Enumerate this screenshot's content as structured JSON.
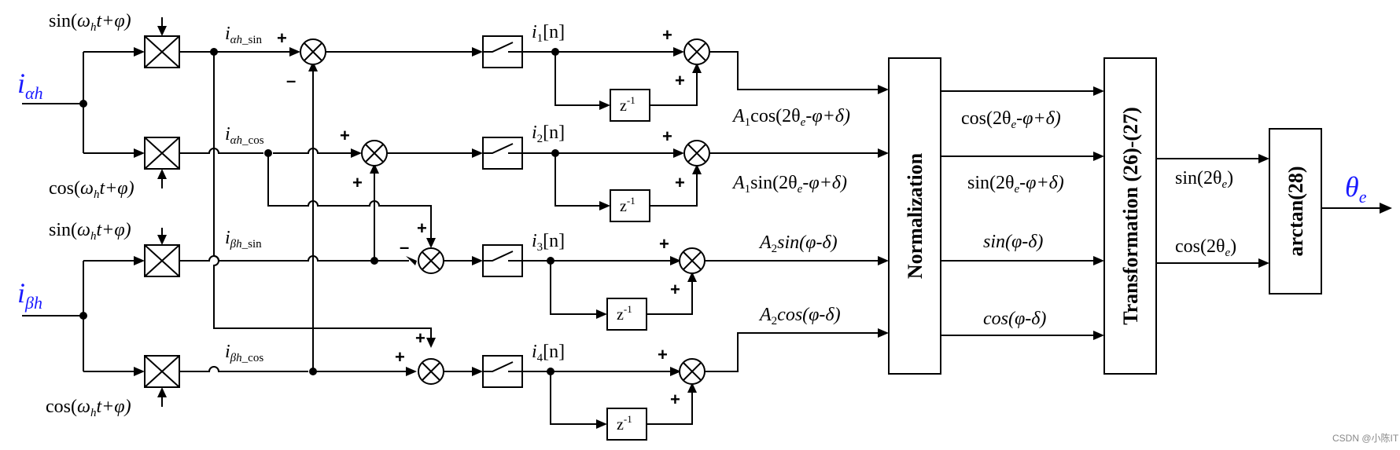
{
  "inputs": {
    "i_alpha": {
      "base": "i",
      "sub": "αh"
    },
    "i_beta": {
      "base": "i",
      "sub": "βh"
    }
  },
  "carriers": {
    "sin_top": {
      "pre": "sin(",
      "w": "ω",
      "wsub": "h",
      "post": "t+φ)"
    },
    "cos_top": {
      "pre": "cos(",
      "w": "ω",
      "wsub": "h",
      "post": "t+φ)"
    },
    "sin_bot": {
      "pre": "sin(",
      "w": "ω",
      "wsub": "h",
      "post": "t+φ)"
    },
    "cos_bot": {
      "pre": "cos(",
      "w": "ω",
      "wsub": "h",
      "post": "t+φ)"
    }
  },
  "branch_labels": {
    "a_sin": {
      "base": "i",
      "sub": "αh",
      "tail": "_sin"
    },
    "a_cos": {
      "base": "i",
      "sub": "αh",
      "tail": "_cos"
    },
    "b_sin": {
      "base": "i",
      "sub": "βh",
      "tail": "_sin"
    },
    "b_cos": {
      "base": "i",
      "sub": "βh",
      "tail": "_cos"
    }
  },
  "samples": {
    "i1": {
      "base": "i",
      "sub": "1",
      "idx": "[n]"
    },
    "i2": {
      "base": "i",
      "sub": "2",
      "idx": "[n]"
    },
    "i3": {
      "base": "i",
      "sub": "3",
      "idx": "[n]"
    },
    "i4": {
      "base": "i",
      "sub": "4",
      "idx": "[n]"
    }
  },
  "delay": {
    "z": "z",
    "exp": "-1"
  },
  "mid_signals": {
    "s1": {
      "a": "A",
      "asub": "1",
      "pre": "cos(2θ",
      "esub": "e",
      "post": "-φ+δ)"
    },
    "s2": {
      "a": "A",
      "asub": "1",
      "pre": "sin(2θ",
      "esub": "e",
      "post": "-φ+δ)"
    },
    "s3": {
      "a": "A",
      "asub": "2",
      "text": "sin(φ-δ)"
    },
    "s4": {
      "a": "A",
      "asub": "2",
      "text": "cos(φ-δ)"
    }
  },
  "norm_outputs": {
    "n1": {
      "pre": "cos(2θ",
      "esub": "e",
      "post": "-φ+δ)"
    },
    "n2": {
      "pre": "sin(2θ",
      "esub": "e",
      "post": "-φ+δ)"
    },
    "n3": {
      "text": "sin(φ-δ)"
    },
    "n4": {
      "text": "cos(φ-δ)"
    }
  },
  "trans_outputs": {
    "t1": {
      "pre": "sin(2θ",
      "esub": "e",
      "post": ")"
    },
    "t2": {
      "pre": "cos(2θ",
      "esub": "e",
      "post": ")"
    }
  },
  "blocks": {
    "normalization": "Normalization",
    "transformation": "Transformation (26)-(27)",
    "arctan": "arctan(28)"
  },
  "output": {
    "base": "θ",
    "sub": "e"
  },
  "signs": {
    "plus": "+",
    "minus": "–"
  },
  "watermark": "CSDN @小陈IT"
}
